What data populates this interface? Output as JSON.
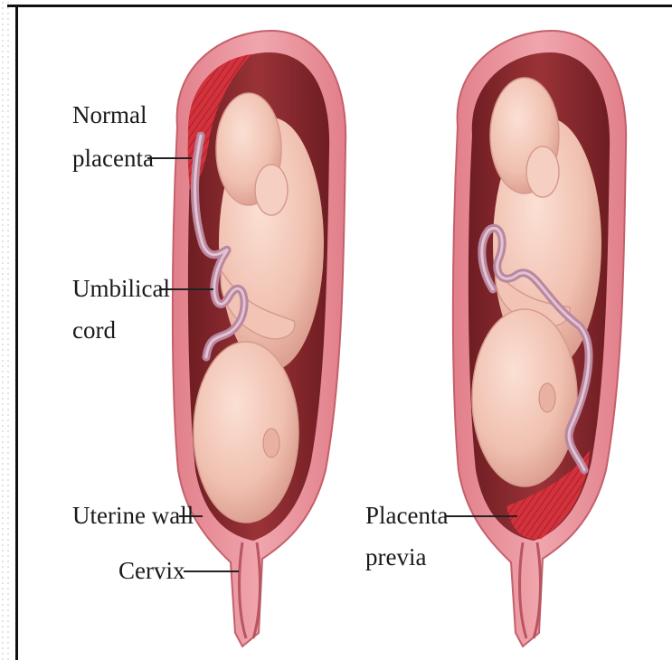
{
  "labels": {
    "normal_placenta_line1": "Normal",
    "normal_placenta_line2": "placenta",
    "umbilical_cord_line1": "Umbilical",
    "umbilical_cord_line2": "cord",
    "uterine_wall": "Uterine wall",
    "cervix": "Cervix",
    "placenta_previa_line1": "Placenta",
    "placenta_previa_line2": "previa"
  },
  "colors": {
    "uterine_wall": "#e9919a",
    "uterine_wall_edge": "#c4606b",
    "cavity": "#8a2a2e",
    "placenta": "#d9363f",
    "fetus_skin": "#f3c9bb",
    "fetus_shadow": "#d79b8e",
    "umbilical_cord": "#b9879f",
    "leader_line": "#222222"
  }
}
